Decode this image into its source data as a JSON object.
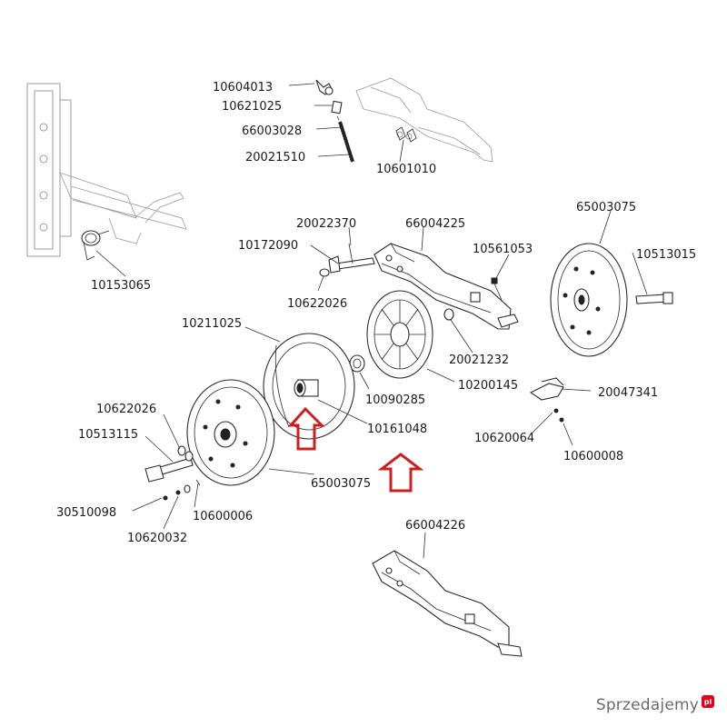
{
  "labels": {
    "p10604013": "10604013",
    "p10621025": "10621025",
    "p66003028": "66003028",
    "p20021510": "20021510",
    "p10601010": "10601010",
    "p10153065": "10153065",
    "p20022370": "20022370",
    "p66004225": "66004225",
    "p65003075_top": "65003075",
    "p10172090": "10172090",
    "p10561053": "10561053",
    "p10513015": "10513015",
    "p10622026_top": "10622026",
    "p10211025": "10211025",
    "p20021232": "20021232",
    "p10200145": "10200145",
    "p10090285": "10090285",
    "p20047341": "20047341",
    "p10622026_left": "10622026",
    "p10513115": "10513115",
    "p10161048": "10161048",
    "p10620064": "10620064",
    "p10600008": "10600008",
    "p65003075_bottom": "65003075",
    "p30510098": "30510098",
    "p10600006": "10600006",
    "p10620032": "10620032",
    "p66004226": "66004226"
  },
  "watermark": {
    "brand": "Sprzedajemy",
    "badge": "pl"
  },
  "colors": {
    "arrow": "#cc1f1f",
    "line": "#2b2b2b",
    "faded": "#9a9a9a",
    "watermark_badge": "#e2001a"
  }
}
